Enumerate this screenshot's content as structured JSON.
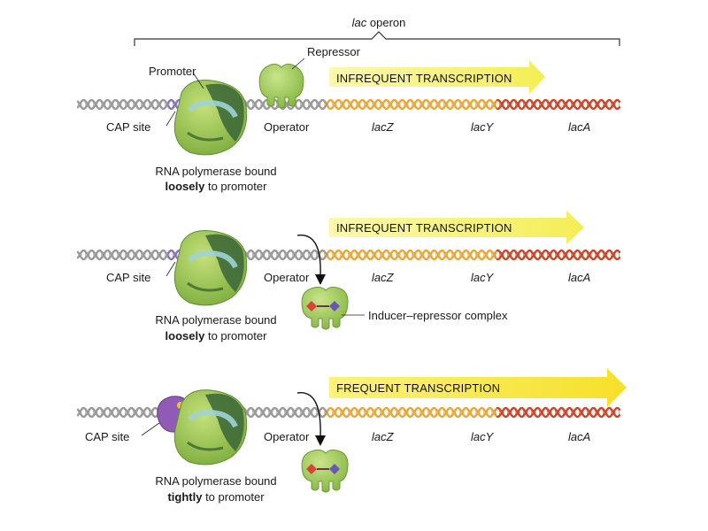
{
  "header": {
    "gene_italic": "lac",
    "operon_word": " operon"
  },
  "panels": [
    {
      "arrow_label": "INFREQUENT TRANSCRIPTION",
      "promoter_label": "Promoter",
      "repressor_label": "Repressor",
      "cap_label": "CAP site",
      "operator_label": "Operator",
      "genes": [
        "lacZ",
        "lacY",
        "lacA"
      ],
      "pol_line1": "RNA polymerase bound",
      "pol_bold": "loosely",
      "pol_rest": " to promoter"
    },
    {
      "arrow_label": "INFREQUENT TRANSCRIPTION",
      "cap_label": "CAP site",
      "operator_label": "Operator",
      "genes": [
        "lacZ",
        "lacY",
        "lacA"
      ],
      "complex_label": "Inducer–repressor complex",
      "pol_line1": "RNA polymerase bound",
      "pol_bold": "loosely",
      "pol_rest": " to promoter"
    },
    {
      "arrow_label": "FREQUENT TRANSCRIPTION",
      "cap_label": "CAP site",
      "operator_label": "Operator",
      "genes": [
        "lacZ",
        "lacY",
        "lacA"
      ],
      "pol_line1": "RNA polymerase bound",
      "pol_bold": "tightly",
      "pol_rest": " to promoter"
    }
  ],
  "colors": {
    "dna_gray": "#9a9a9a",
    "dna_purple": "#8a74b8",
    "dna_orange": "#e8a83c",
    "dna_red": "#c9482c",
    "polymerase_light": "#9bc84f",
    "polymerase_dark": "#3f6b3a",
    "repressor": "#8fc54c",
    "cap_protein": "#8f5bb5",
    "inducer_red": "#d9443a",
    "inducer_blue": "#6a55b8",
    "arrow_yellow": "#f3ee5a"
  },
  "icons": [
    "rna-polymerase-icon",
    "repressor-icon",
    "inducer-repressor-complex-icon",
    "cap-protein-icon"
  ]
}
